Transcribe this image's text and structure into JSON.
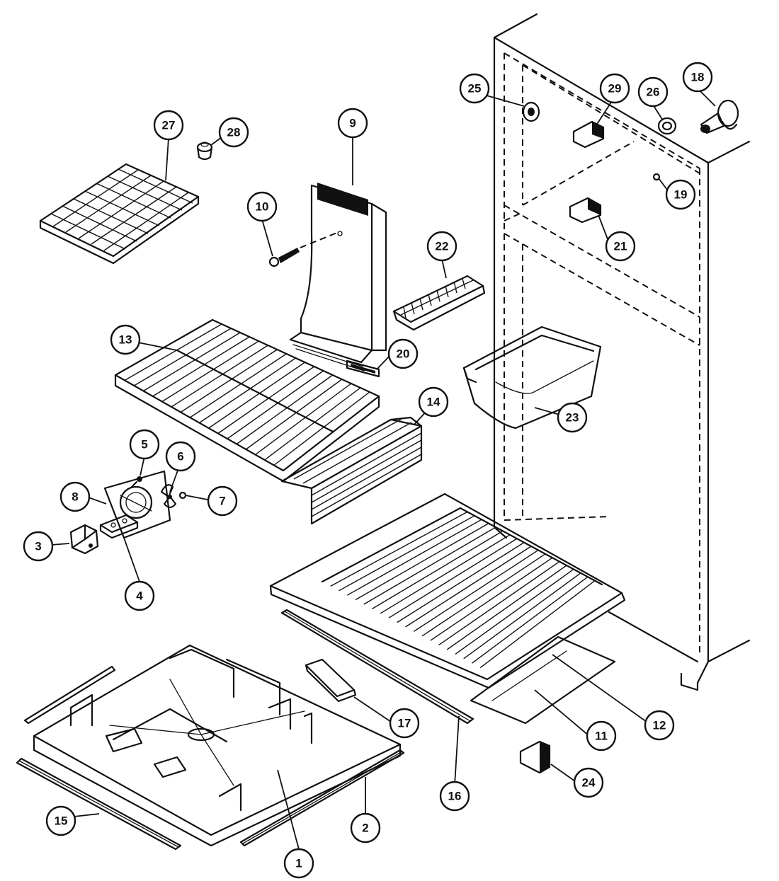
{
  "diagram": {
    "callouts": [
      {
        "id": "p1",
        "label": "1"
      },
      {
        "id": "p2",
        "label": "2"
      },
      {
        "id": "p3",
        "label": "3"
      },
      {
        "id": "p4",
        "label": "4"
      },
      {
        "id": "p5",
        "label": "5"
      },
      {
        "id": "p6",
        "label": "6"
      },
      {
        "id": "p7",
        "label": "7"
      },
      {
        "id": "p8",
        "label": "8"
      },
      {
        "id": "p9",
        "label": "9"
      },
      {
        "id": "p10",
        "label": "10"
      },
      {
        "id": "p11",
        "label": "11"
      },
      {
        "id": "p12",
        "label": "12"
      },
      {
        "id": "p13",
        "label": "13"
      },
      {
        "id": "p14",
        "label": "14"
      },
      {
        "id": "p15",
        "label": "15"
      },
      {
        "id": "p16",
        "label": "16"
      },
      {
        "id": "p17",
        "label": "17"
      },
      {
        "id": "p18",
        "label": "18"
      },
      {
        "id": "p19",
        "label": "19"
      },
      {
        "id": "p20",
        "label": "20"
      },
      {
        "id": "p21",
        "label": "21"
      },
      {
        "id": "p22",
        "label": "22"
      },
      {
        "id": "p23",
        "label": "23"
      },
      {
        "id": "p24",
        "label": "24"
      },
      {
        "id": "p25",
        "label": "25"
      },
      {
        "id": "p26",
        "label": "26"
      },
      {
        "id": "p27",
        "label": "27"
      },
      {
        "id": "p28",
        "label": "28"
      },
      {
        "id": "p29",
        "label": "29"
      }
    ]
  }
}
